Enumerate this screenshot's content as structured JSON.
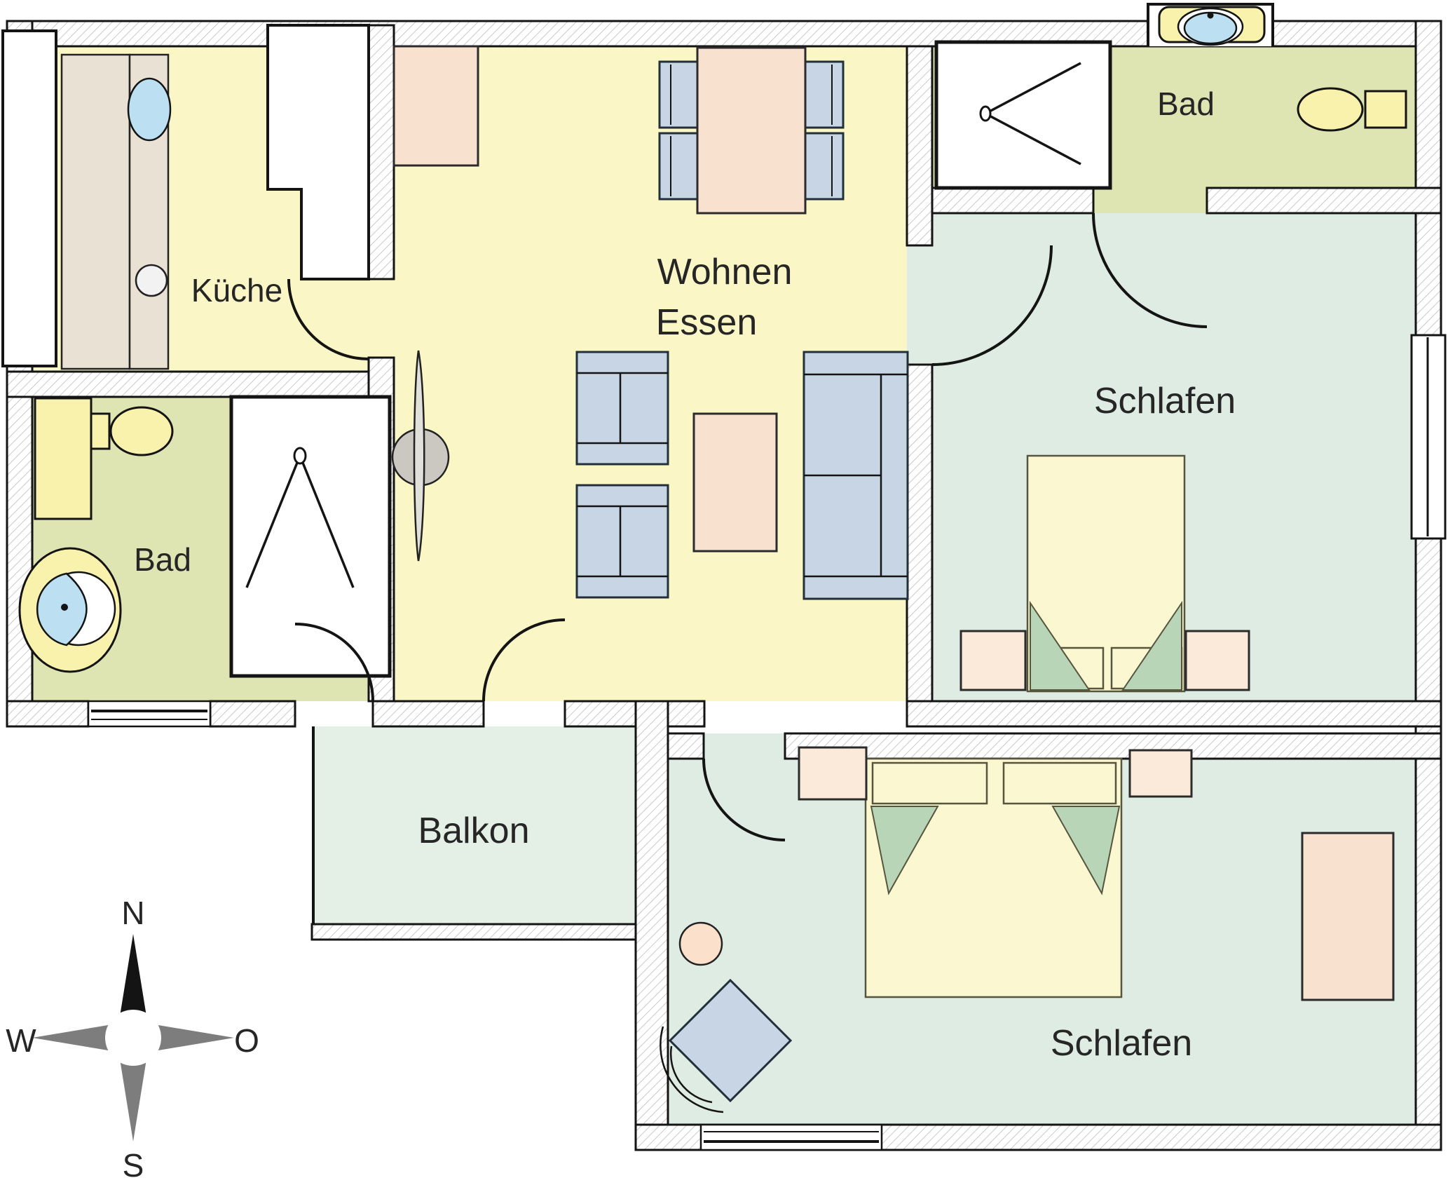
{
  "plan": {
    "type": "floor-plan",
    "rooms": {
      "kueche": {
        "label": "Küche"
      },
      "wohnen_essen": {
        "line1": "Wohnen",
        "line2": "Essen"
      },
      "bad_links": {
        "label": "Bad"
      },
      "bad_oben": {
        "label": "Bad"
      },
      "schlafen_mitte": {
        "label": "Schlafen"
      },
      "schlafen_unten": {
        "label": "Schlafen"
      },
      "balkon": {
        "label": "Balkon"
      }
    },
    "compass": {
      "north": "N",
      "east": "O",
      "south": "S",
      "west": "W"
    },
    "colors": {
      "floor_yellow": "#FAF6C5",
      "floor_olive": "#DEE4B2",
      "floor_green": "#DFECE3",
      "floor_balcony": "#E4F0E6",
      "furniture_peach": "#F9E1D0",
      "furniture_peach_light": "#FBE9DA",
      "furniture_blue": "#C7D5E4",
      "bed_yellow": "#FBF7D0",
      "fold_green": "#B9D5B8",
      "fixture_yellow": "#F8F2AC",
      "water_blue": "#BCDFF2",
      "counter_beige": "#EAE1D5",
      "table_gray": "#CBC7C1",
      "compass_gray": "#7D7D7D",
      "outline": "#141414"
    },
    "icons": {
      "compass_rose": "compass-rose",
      "shower": "shower-icon",
      "toilet": "toilet-icon",
      "washbasin": "washbasin-icon",
      "kitchen_sink": "kitchen-sink-icon",
      "stove": "stove-icon"
    }
  }
}
